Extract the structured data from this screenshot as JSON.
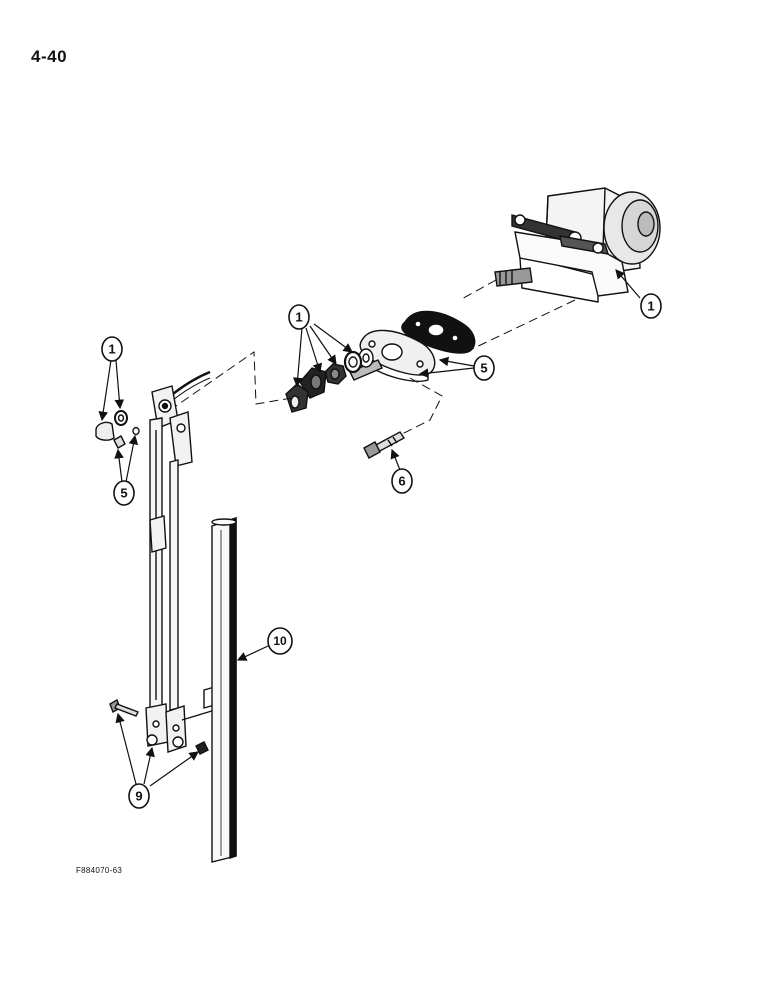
{
  "page": {
    "number": "4-40",
    "figure_code": "F884070-63"
  },
  "callouts": {
    "c1_motor": "1",
    "c1_fasteners": "1",
    "c1_cap": "1",
    "c5_gasket": "5",
    "c5_nuts": "5",
    "c6_bolt": "6",
    "c9_lower": "9",
    "c10_blade": "10"
  },
  "colors": {
    "ink": "#111111",
    "paper": "#ffffff"
  }
}
